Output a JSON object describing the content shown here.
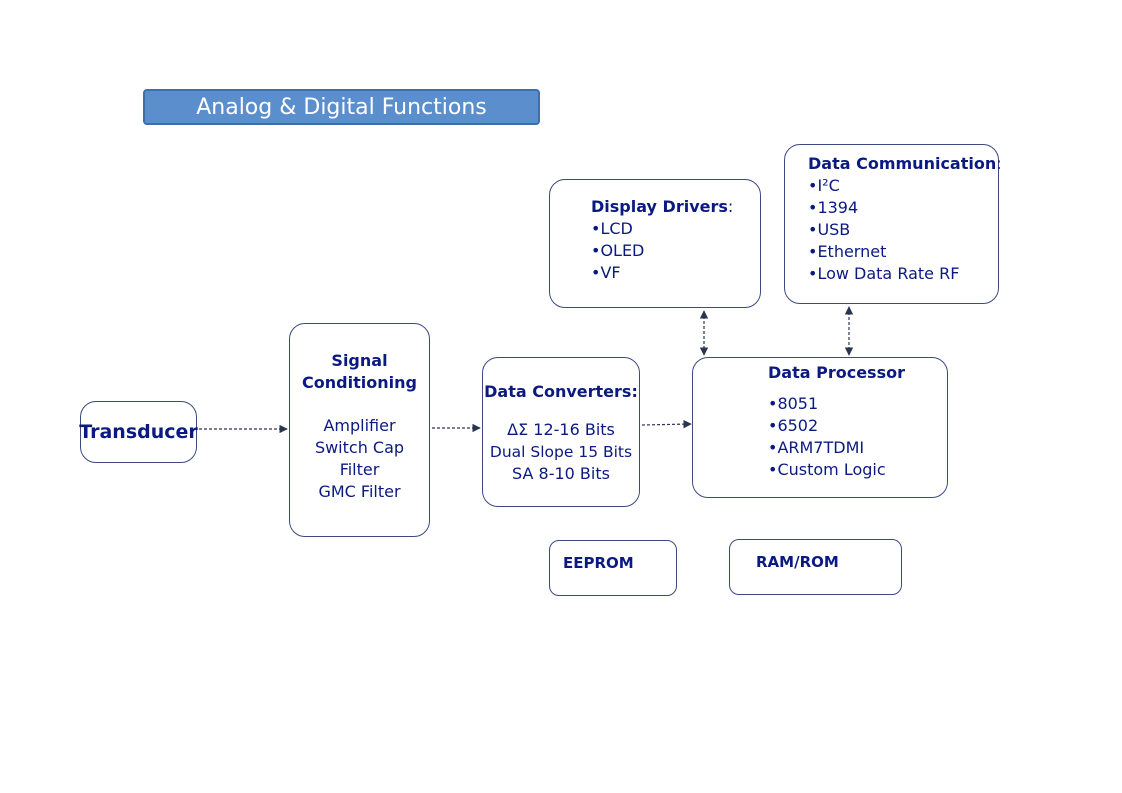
{
  "title": "Analog & Digital Functions",
  "transducer": {
    "label": "Transducer"
  },
  "signal_conditioning": {
    "title_line1": "Signal",
    "title_line2": "Conditioning",
    "items": [
      "Amplifier",
      "Switch Cap",
      "Filter",
      "GMC Filter"
    ]
  },
  "data_converters": {
    "title": "Data Converters:",
    "items": [
      "ΔΣ 12-16 Bits",
      "Dual Slope 15 Bits",
      "SA 8-10 Bits"
    ]
  },
  "display_drivers": {
    "title": "Display Drivers",
    "colon": ":",
    "items": [
      "LCD",
      "OLED",
      "VF"
    ]
  },
  "data_communication": {
    "title": "Data Communication",
    "colon": ":",
    "items": [
      "I²C",
      "1394",
      "USB",
      "Ethernet",
      "Low Data Rate RF"
    ]
  },
  "data_processor": {
    "title": "Data Processor",
    "items": [
      "8051",
      "6502",
      "ARM7TDMI",
      "Custom Logic"
    ]
  },
  "eeprom": {
    "label": "EEPROM"
  },
  "ramrom": {
    "label": "RAM/ROM"
  },
  "colors": {
    "box_text": "#0b1a80",
    "title_fill": "#5b8ecd",
    "border": "#3d4a80",
    "arrow": "#2a3550"
  }
}
